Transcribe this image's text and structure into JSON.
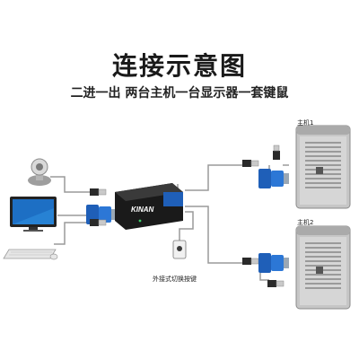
{
  "header": {
    "title": "连接示意图",
    "subtitle": "二进一出  两台主机一台显示器一套键鼠"
  },
  "labels": {
    "host1": "主机1",
    "host2": "主机2",
    "external_switch": "外接式切换按键",
    "brand": "KINAN"
  }
}
